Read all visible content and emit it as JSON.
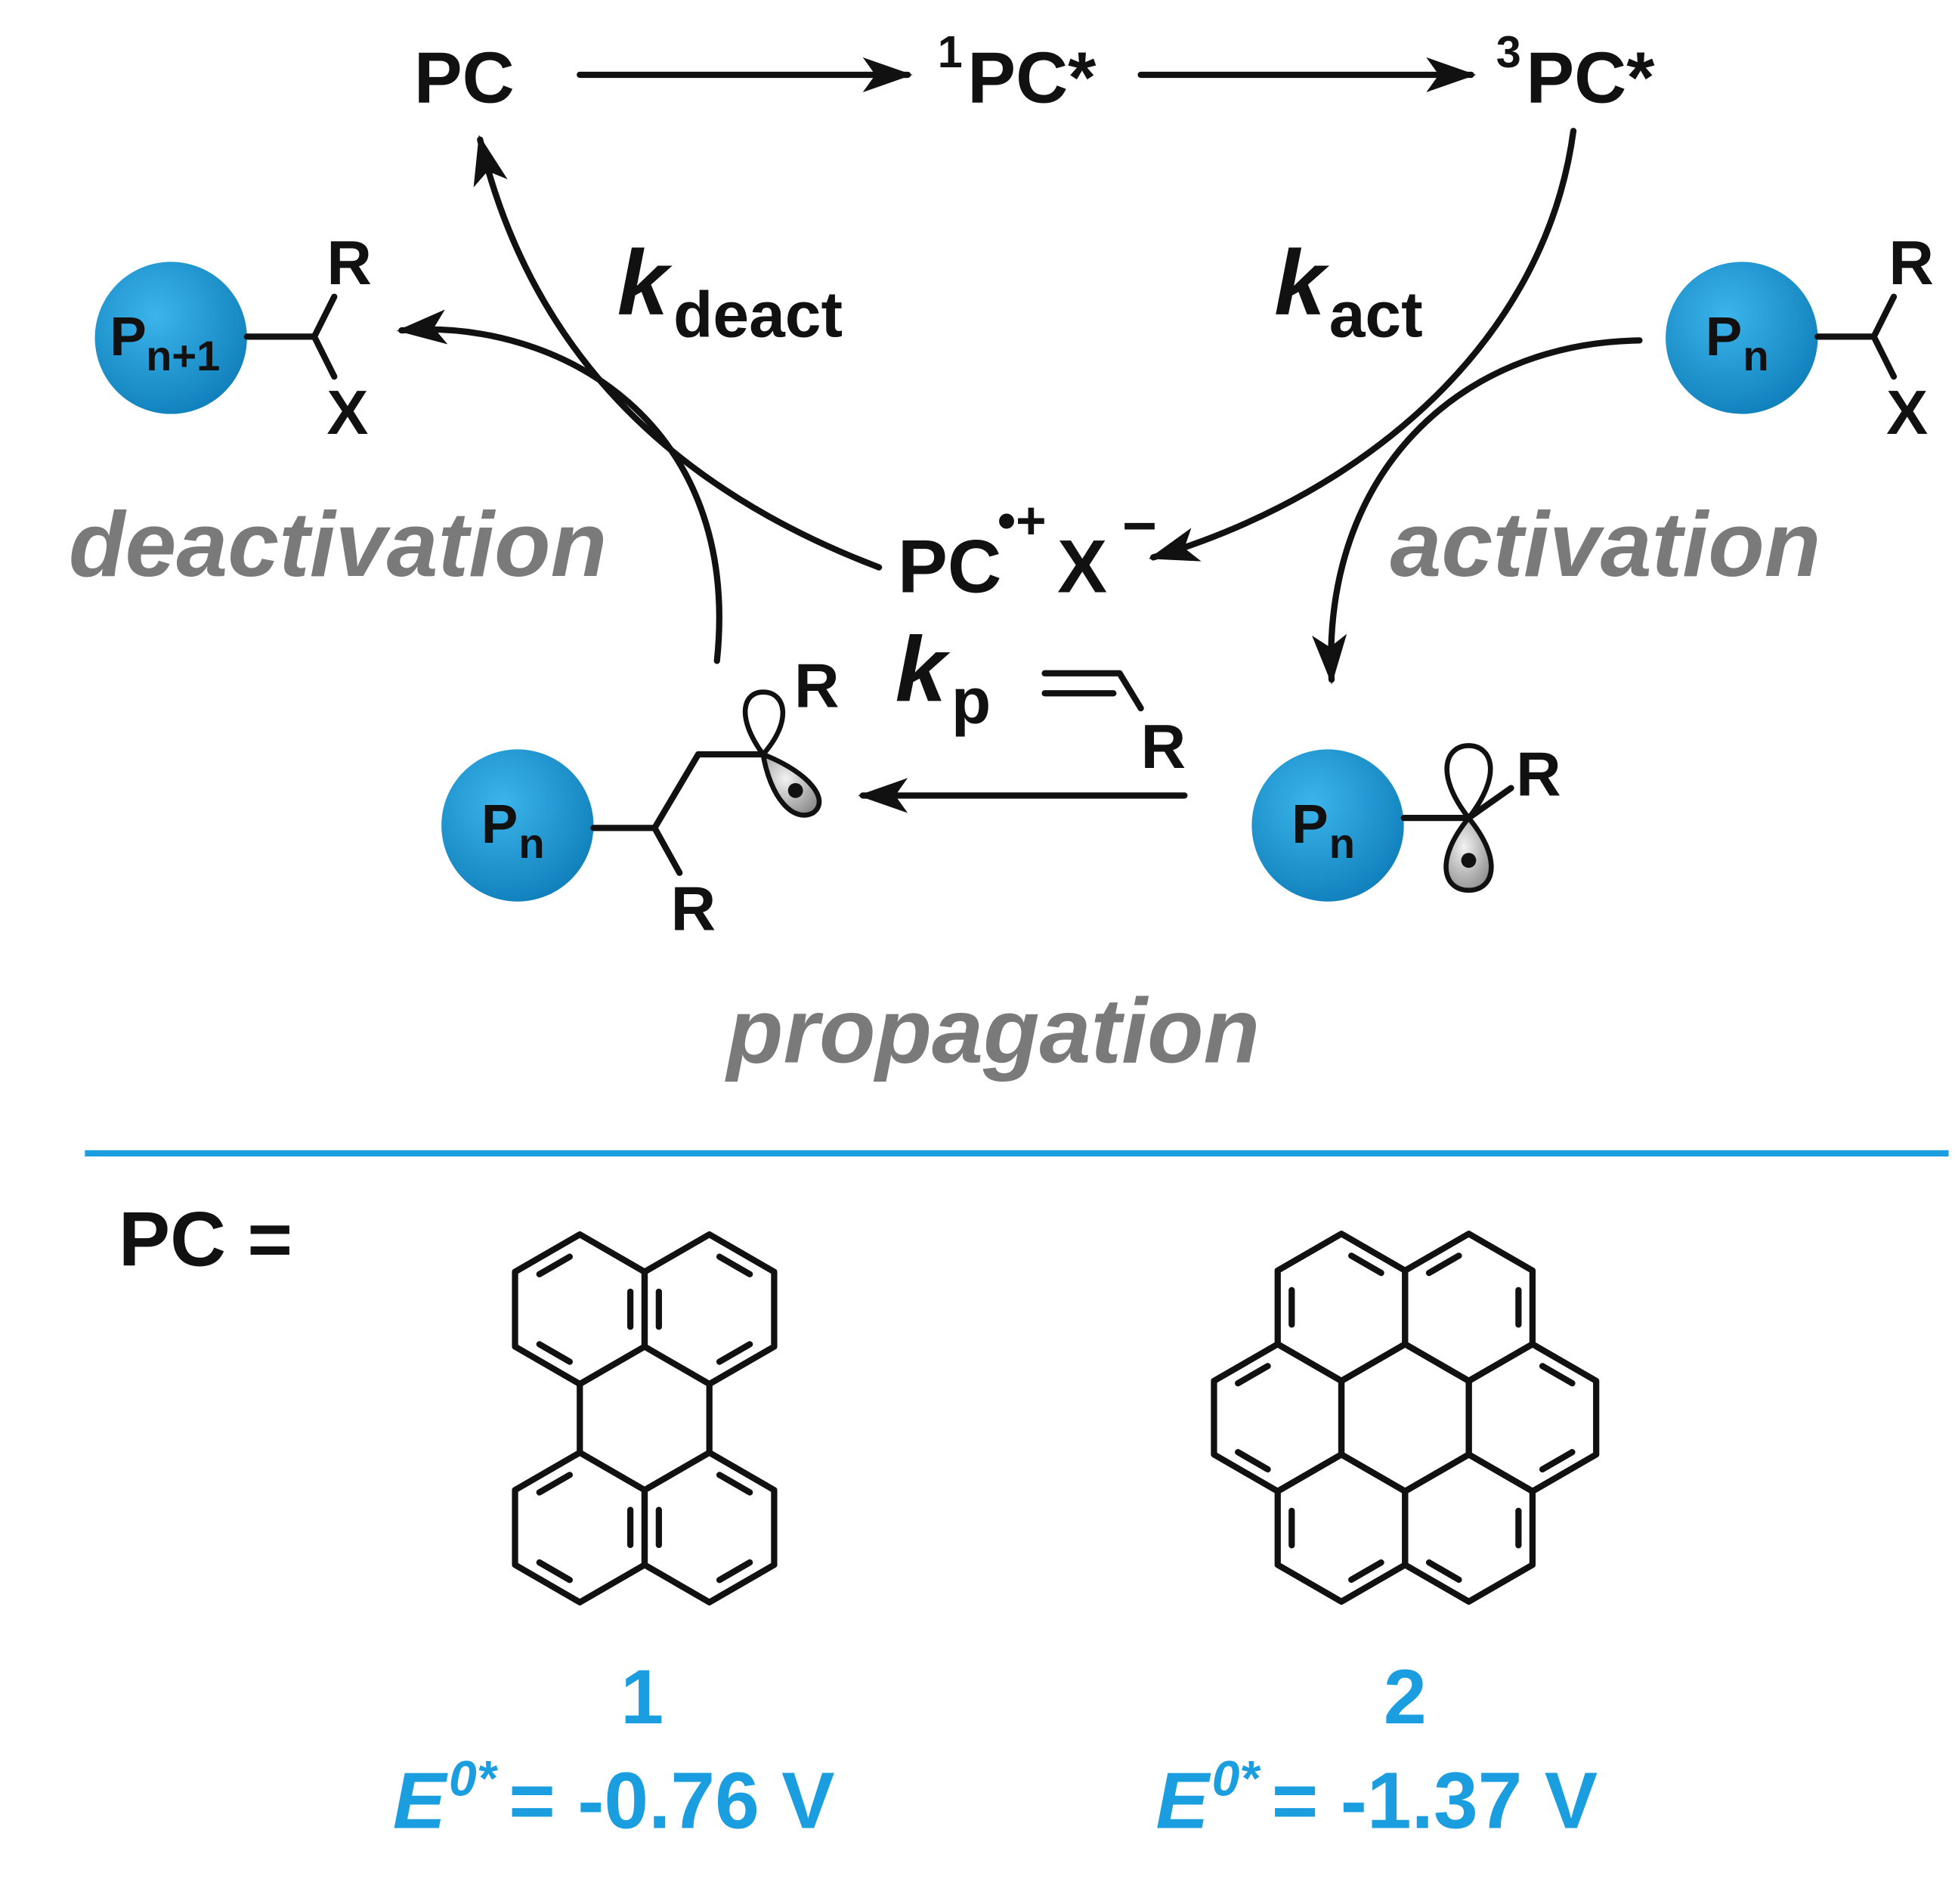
{
  "cycle": {
    "pc": "PC",
    "singlet_sup": "1",
    "singlet": "PC*",
    "triplet_sup": "3",
    "triplet": "PC*",
    "k_symbol": "k",
    "k_deact_sub": "deact",
    "k_act_sub": "act",
    "k_p_sub": "p",
    "radical_cation": "PC",
    "radical_cation_sup": "•+",
    "anion": "X",
    "anion_sup": "−",
    "deactivation": "deactivation",
    "activation": "activation",
    "propagation": "propagation"
  },
  "species": {
    "pn1_label": "P",
    "pn1_sub": "n+1",
    "pn_label": "P",
    "pn_sub": "n",
    "r": "R",
    "x": "X"
  },
  "catalysts": {
    "pc_equals": "PC =",
    "items": [
      {
        "id": "1",
        "e_symbol": "E",
        "e_sup": "0*",
        "value": "= -0.76 V"
      },
      {
        "id": "2",
        "e_symbol": "E",
        "e_sup": "0*",
        "value": "= -1.37 V"
      }
    ]
  },
  "colors": {
    "accent": "#1a9ee0",
    "sphere": "#1e96d2",
    "label_gray": "#7a7a7a"
  }
}
